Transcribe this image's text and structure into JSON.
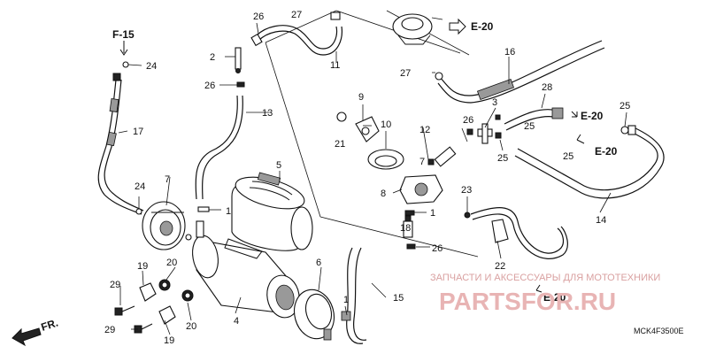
{
  "figure_code": "MCK4F3500E",
  "refs": {
    "f15": "F-15",
    "e20_top": "E-20",
    "e20_right_a": "E-20",
    "e20_right_b": "E-20",
    "e20_bottom": "E-20",
    "front": "FR."
  },
  "callouts": {
    "c1": "1",
    "c2": "2",
    "c3": "3",
    "c4": "4",
    "c5": "5",
    "c6": "6",
    "c7": "7",
    "c8": "8",
    "c9": "9",
    "c10": "10",
    "c11": "11",
    "c12": "12",
    "c13": "13",
    "c14": "14",
    "c15": "15",
    "c16": "16",
    "c17": "17",
    "c18": "18",
    "c19a": "19",
    "c19b": "19",
    "c20a": "20",
    "c20b": "20",
    "c21": "21",
    "c22": "22",
    "c23": "23",
    "c24a": "24",
    "c24b": "24",
    "c25a": "25",
    "c25b": "25",
    "c25c": "25",
    "c25d": "25",
    "c26a": "26",
    "c26b": "26",
    "c26c": "26",
    "c26d": "26",
    "c27a": "27",
    "c27b": "27",
    "c28": "28",
    "c29a": "29",
    "c29b": "29",
    "c1b": "1",
    "c1c": "1"
  },
  "watermark": {
    "line1": "ЗАПЧАСТИ И АКСЕССУАРЫ ДЛЯ МОТОТЕХНИКИ",
    "line2": "PARTSFOR.RU"
  }
}
